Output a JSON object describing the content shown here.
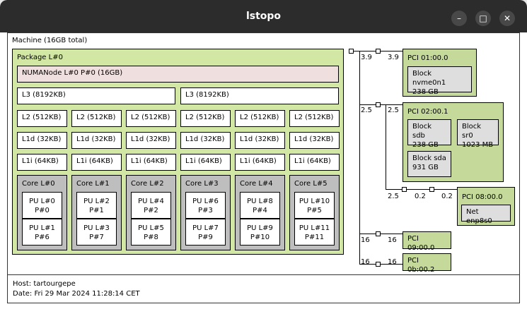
{
  "window": {
    "title": "lstopo",
    "minimize_glyph": "–",
    "maximize_glyph": "□",
    "close_glyph": "✕"
  },
  "machine": {
    "label": "Machine (16GB total)",
    "package": {
      "label": "Package L#0",
      "numa": "NUMANode L#0 P#0 (16GB)",
      "l3": [
        "L3 (8192KB)",
        "L3 (8192KB)"
      ],
      "l2": [
        "L2 (512KB)",
        "L2 (512KB)",
        "L2 (512KB)",
        "L2 (512KB)",
        "L2 (512KB)",
        "L2 (512KB)"
      ],
      "l1d": [
        "L1d (32KB)",
        "L1d (32KB)",
        "L1d (32KB)",
        "L1d (32KB)",
        "L1d (32KB)",
        "L1d (32KB)"
      ],
      "l1i": [
        "L1i (64KB)",
        "L1i (64KB)",
        "L1i (64KB)",
        "L1i (64KB)",
        "L1i (64KB)",
        "L1i (64KB)"
      ],
      "cores": [
        {
          "label": "Core L#0",
          "pu": [
            {
              "l1": "PU L#0",
              "l2": "P#0"
            },
            {
              "l1": "PU L#1",
              "l2": "P#6"
            }
          ]
        },
        {
          "label": "Core L#1",
          "pu": [
            {
              "l1": "PU L#2",
              "l2": "P#1"
            },
            {
              "l1": "PU L#3",
              "l2": "P#7"
            }
          ]
        },
        {
          "label": "Core L#2",
          "pu": [
            {
              "l1": "PU L#4",
              "l2": "P#2"
            },
            {
              "l1": "PU L#5",
              "l2": "P#8"
            }
          ]
        },
        {
          "label": "Core L#3",
          "pu": [
            {
              "l1": "PU L#6",
              "l2": "P#3"
            },
            {
              "l1": "PU L#7",
              "l2": "P#9"
            }
          ]
        },
        {
          "label": "Core L#4",
          "pu": [
            {
              "l1": "PU L#8",
              "l2": "P#4"
            },
            {
              "l1": "PU L#9",
              "l2": "P#10"
            }
          ]
        },
        {
          "label": "Core L#5",
          "pu": [
            {
              "l1": "PU L#10",
              "l2": "P#5"
            },
            {
              "l1": "PU L#11",
              "l2": "P#11"
            }
          ]
        }
      ]
    },
    "pci": {
      "p1": {
        "label": "PCI 01:00.0",
        "link_left": "3.9",
        "link_right": "3.9",
        "devices": [
          {
            "name": "Block nvme0n1",
            "size": "238 GB"
          }
        ]
      },
      "p2": {
        "label": "PCI 02:00.1",
        "link_left": "2.5",
        "link_right": "2.5",
        "devices": [
          {
            "name": "Block sdb",
            "size": "238 GB"
          },
          {
            "name": "Block sr0",
            "size": "1023 MB"
          },
          {
            "name": "Block sda",
            "size": "931 GB"
          }
        ]
      },
      "p3": {
        "label": "PCI 08:00.0",
        "link_a": "2.5",
        "link_b": "0.2",
        "link_c": "0.2",
        "device": "Net enp8s0"
      },
      "p4": {
        "label": "PCI 09:00.0",
        "link_left": "16",
        "link_right": "16"
      },
      "p5": {
        "label": "PCI 0b:00.2",
        "link_left": "16",
        "link_right": "16"
      }
    }
  },
  "footer": {
    "host": "Host: tartourgepe",
    "date": "Date: Fri 29 Mar 2024 11:28:14 CET"
  },
  "colors": {
    "package": "#d2e7a4",
    "numa": "#efdfde",
    "cache": "#ffffff",
    "core": "#bebebe",
    "pu": "#ffffff",
    "pci": "#c4d99a",
    "device": "#dedede",
    "titlebar": "#2c2c2c"
  }
}
